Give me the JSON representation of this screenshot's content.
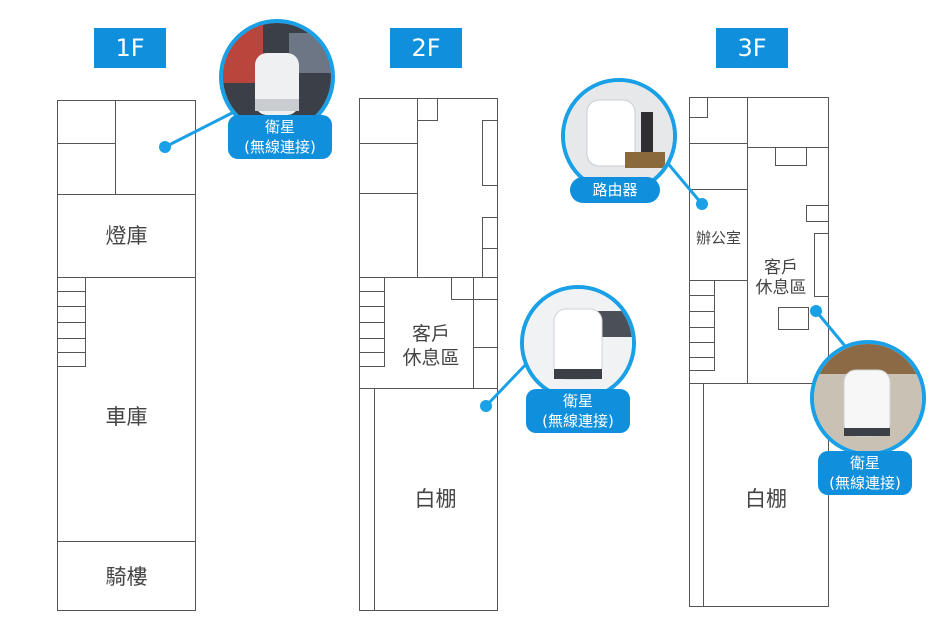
{
  "floors": {
    "f1": {
      "tag": "1F",
      "rooms": {
        "lamp_storage": "燈庫",
        "garage": "車庫",
        "arcade": "騎樓"
      },
      "badge": {
        "line1": "衛星",
        "line2": "(無線連接)"
      }
    },
    "f2": {
      "tag": "2F",
      "rooms": {
        "lounge_line1": "客戶",
        "lounge_line2": "休息區",
        "white_shed": "白棚"
      },
      "badge": {
        "line1": "衛星",
        "line2": "(無線連接)"
      }
    },
    "f3": {
      "tag": "3F",
      "rooms": {
        "office": "辦公室",
        "lounge_line1": "客戶",
        "lounge_line2": "休息區",
        "white_shed": "白棚"
      },
      "router_badge": "路由器",
      "badge": {
        "line1": "衛星",
        "line2": "(無線連接)"
      }
    }
  },
  "colors": {
    "accent": "#0f8fdc",
    "leader": "#1aa0e6",
    "wall": "#555555"
  }
}
